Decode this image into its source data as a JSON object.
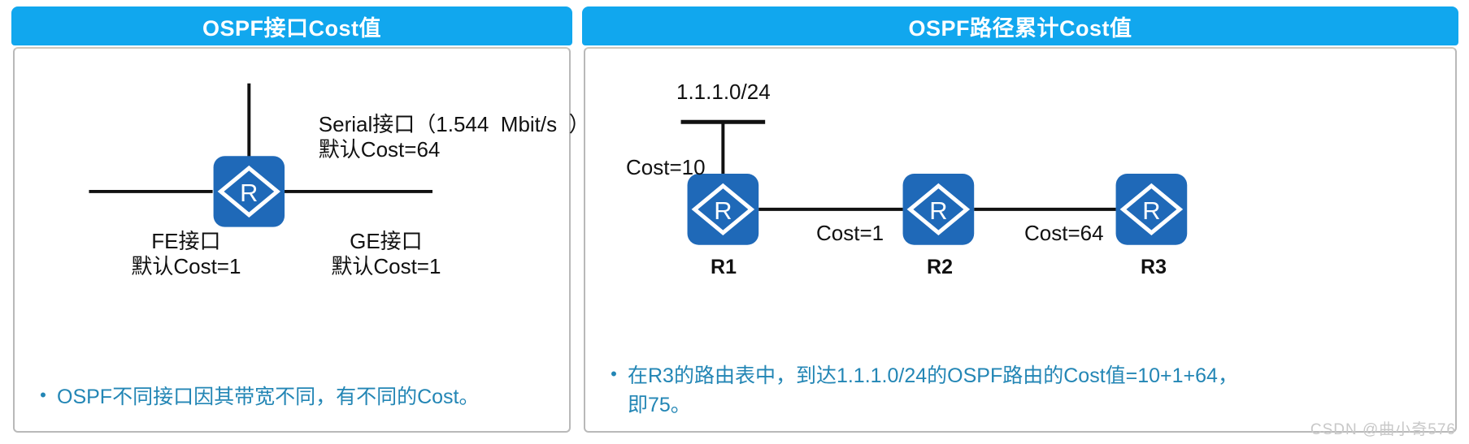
{
  "panels": [
    {
      "title": "OSPF接口Cost值",
      "diagram": {
        "type": "single-router-interfaces",
        "router_label": "R",
        "labels": {
          "serial_line1": "Serial接口（1.544  Mbit/s  ）",
          "serial_line2": "默认Cost=64",
          "fe_line1": "FE接口",
          "fe_line2": "默认Cost=1",
          "ge_line1": "GE接口",
          "ge_line2": "默认Cost=1"
        }
      },
      "bullets": [
        {
          "dot": "•",
          "lines": [
            "OSPF不同接口因其带宽不同，有不同的Cost。"
          ]
        }
      ]
    },
    {
      "title": "OSPF路径累计Cost值",
      "diagram": {
        "type": "router-chain",
        "network": "1.1.1.0/24",
        "routers": [
          {
            "name": "R1",
            "label": "R"
          },
          {
            "name": "R2",
            "label": "R"
          },
          {
            "name": "R3",
            "label": "R"
          }
        ],
        "link_costs": {
          "network_to_r1": "Cost=10",
          "r1_to_r2": "Cost=1",
          "r2_to_r3": "Cost=64"
        }
      },
      "bullets": [
        {
          "dot": "•",
          "lines": [
            "在R3的路由表中，到达1.1.1.0/24的OSPF路由的Cost值=10+1+64，",
            "即75。"
          ]
        }
      ]
    }
  ],
  "watermark": "CSDN @曲小奇576",
  "colors": {
    "header_blue": "#11A7EE",
    "router_blue": "#1F69B8",
    "bullet_teal": "#2386B5",
    "border_gray": "#b9b9b9"
  }
}
